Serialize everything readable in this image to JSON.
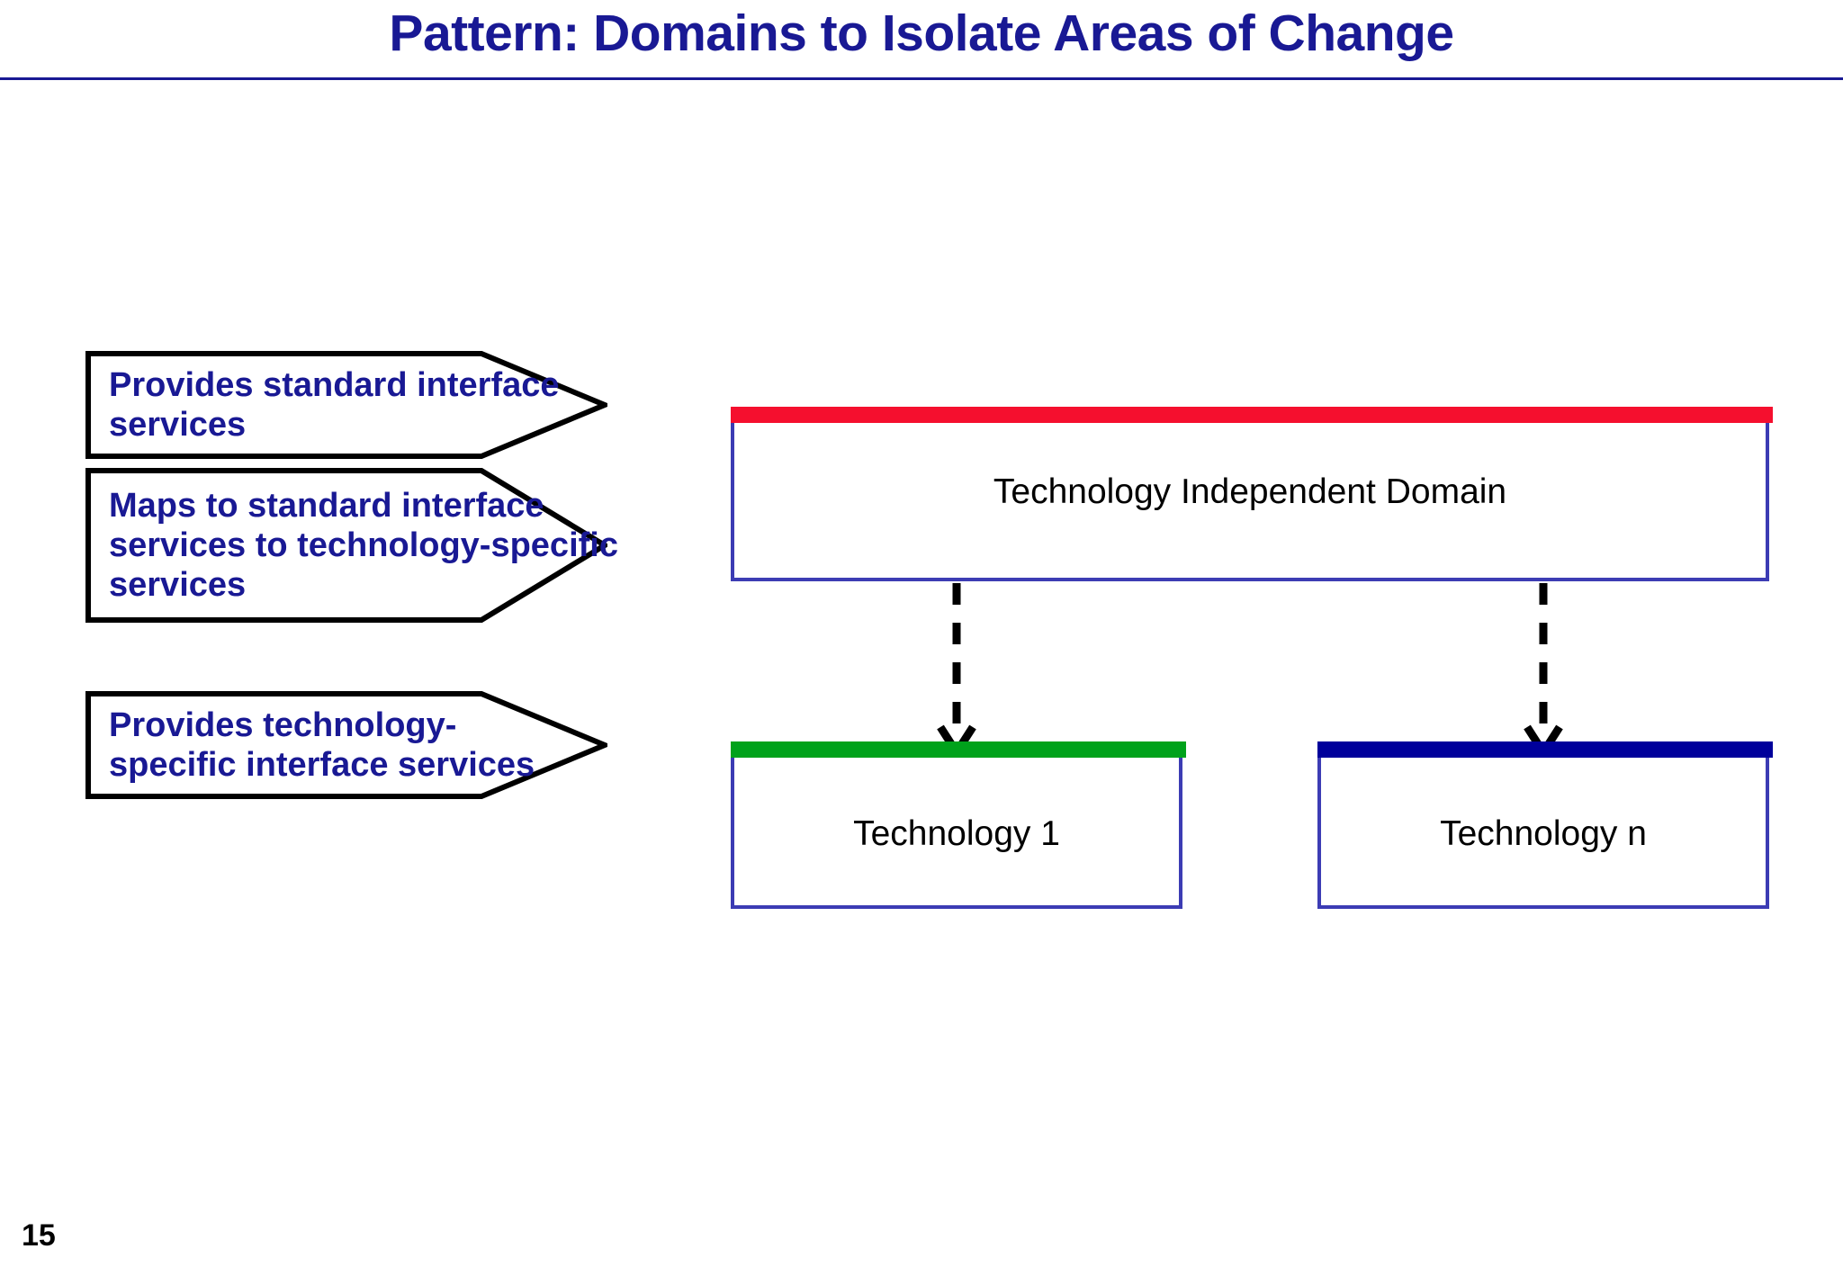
{
  "slide": {
    "title": "Pattern: Domains to Isolate Areas of Change",
    "page_number": "15",
    "title_color": "#191994",
    "rule_color": "#191994"
  },
  "callouts": [
    {
      "name": "provides-standard-interface-services",
      "lines": [
        "Provides standard interface",
        "services"
      ],
      "text_color": "#191994",
      "border_color": "#000000",
      "points_to": "technology-independent-domain"
    },
    {
      "name": "maps-to-standard-interface-services",
      "lines": [
        "Maps to standard interface",
        "services to technology-specific",
        "services"
      ],
      "text_color": "#191994",
      "border_color": "#000000",
      "points_to": "technology-independent-domain"
    },
    {
      "name": "provides-technology-specific-interface-services",
      "lines": [
        "Provides technology-",
        "specific interface services"
      ],
      "text_color": "#191994",
      "border_color": "#000000",
      "points_to": "technology-1"
    }
  ],
  "boxes": [
    {
      "name": "technology-independent-domain",
      "label": "Technology Independent Domain",
      "accent_color": "#f50f2e",
      "border_color": "#3c3cb4",
      "fill_color": "#ffffff",
      "label_color": "#000000"
    },
    {
      "name": "technology-1",
      "label": "Technology 1",
      "accent_color": "#00a21b",
      "border_color": "#3c3cb4",
      "fill_color": "#ffffff",
      "label_color": "#000000"
    },
    {
      "name": "technology-n",
      "label": "Technology n",
      "accent_color": "#00009b",
      "border_color": "#3c3cb4",
      "fill_color": "#ffffff",
      "label_color": "#000000"
    }
  ],
  "connectors": [
    {
      "name": "domain-to-technology-1",
      "from": "technology-independent-domain",
      "to": "technology-1",
      "style": "dashed",
      "arrowhead": "open-v",
      "color": "#000000"
    },
    {
      "name": "domain-to-technology-n",
      "from": "technology-independent-domain",
      "to": "technology-n",
      "style": "dashed",
      "arrowhead": "open-v",
      "color": "#000000"
    }
  ]
}
